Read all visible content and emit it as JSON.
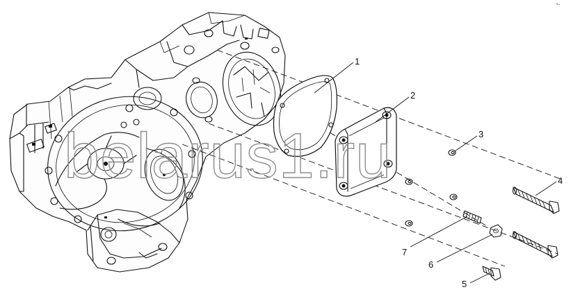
{
  "watermark": "belarus1.ru",
  "corner_mark": "•–",
  "callouts": [
    {
      "id": "1",
      "label": "1"
    },
    {
      "id": "2",
      "label": "2"
    },
    {
      "id": "3",
      "label": "3"
    },
    {
      "id": "4",
      "label": "4"
    },
    {
      "id": "5",
      "label": "5"
    },
    {
      "id": "6",
      "label": "6"
    },
    {
      "id": "7",
      "label": "7"
    }
  ]
}
